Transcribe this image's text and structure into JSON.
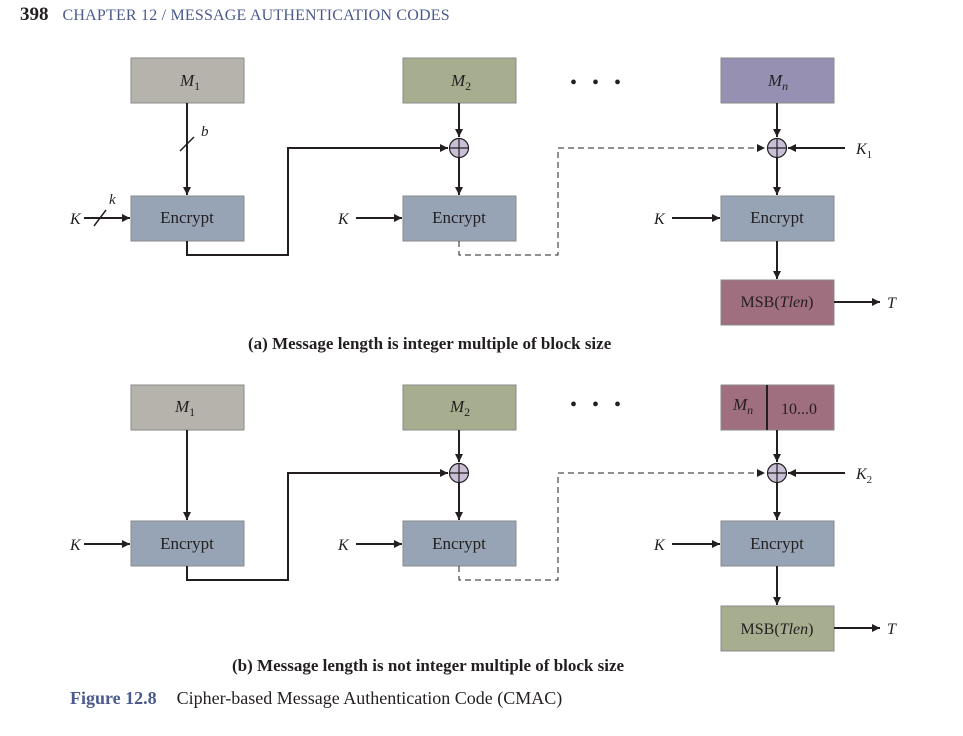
{
  "header": {
    "page_number": "398",
    "chapter": "CHAPTER 12 / MESSAGE AUTHENTICATION CODES"
  },
  "colors": {
    "m1": "#b6b3ac",
    "m2": "#a7ae90",
    "mn": "#9690b2",
    "mn_pad": "#a06f7f",
    "encrypt": "#97a4b5",
    "msb_a": "#a06f7f",
    "msb_b": "#a7ae90",
    "heading": "#4a5a8c"
  },
  "diagram_a": {
    "caption": "(a) Message length is integer multiple of block size",
    "m1": "M",
    "m1_sub": "1",
    "m2": "M",
    "m2_sub": "2",
    "mn": "M",
    "mn_sub": "n",
    "ellipsis": "•   •   •",
    "encrypt_label": "Encrypt",
    "key_label": "K",
    "key_width_label": "k",
    "block_width_label": "b",
    "subkey": "K",
    "subkey_sub": "1",
    "msb_prefix": "MSB(",
    "msb_italic": "Tlen",
    "msb_suffix": ")",
    "tag": "T"
  },
  "diagram_b": {
    "caption": "(b) Message length is not integer multiple of block size",
    "m1": "M",
    "m1_sub": "1",
    "m2": "M",
    "m2_sub": "2",
    "mn": "M",
    "mn_sub": "n",
    "padding": "10...0",
    "ellipsis": "•   •   •",
    "encrypt_label": "Encrypt",
    "key_label": "K",
    "subkey": "K",
    "subkey_sub": "2",
    "msb_prefix": "MSB(",
    "msb_italic": "Tlen",
    "msb_suffix": ")",
    "tag": "T"
  },
  "figure": {
    "label": "Figure 12.8",
    "title": "Cipher-based Message Authentication Code (CMAC)"
  }
}
